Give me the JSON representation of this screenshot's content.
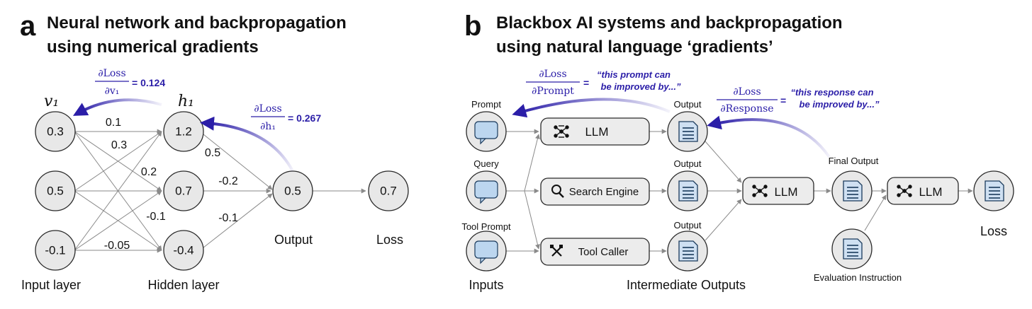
{
  "panel_a": {
    "letter": "a",
    "title_line1": "Neural network and backpropagation",
    "title_line2": "using numerical gradients",
    "input_values": [
      "0.3",
      "0.5",
      "-0.1"
    ],
    "hidden_values": [
      "1.2",
      "0.7",
      "-0.4"
    ],
    "output_value": "0.5",
    "loss_value": "0.7",
    "weights_in": [
      "0.1",
      "0.3",
      "0.2",
      "-0.1",
      "-0.05"
    ],
    "weights_out": [
      "0.5",
      "-0.2",
      "-0.1"
    ],
    "v1_label": "v₁",
    "h1_label": "h₁",
    "grad1": {
      "numerator": "∂Loss",
      "denominator": "∂v₁",
      "value": "= 0.124"
    },
    "grad2": {
      "numerator": "∂Loss",
      "denominator": "∂h₁",
      "value": "= 0.267"
    },
    "labels": {
      "input_layer": "Input layer",
      "hidden_layer": "Hidden layer",
      "output": "Output",
      "loss": "Loss"
    }
  },
  "panel_b": {
    "letter": "b",
    "title_line1": "Blackbox AI systems and backpropagation",
    "title_line2": "using natural language ‘gradients’",
    "input_labels": [
      "Prompt",
      "Query",
      "Tool Prompt"
    ],
    "modules": [
      "LLM",
      "Search Engine",
      "Tool Caller"
    ],
    "output_labels": [
      "Output",
      "Output",
      "Output"
    ],
    "mid_module": "LLM",
    "final_output_label": "Final Output",
    "eval_module": "LLM",
    "eval_instruction_label": "Evaluation Instruction",
    "loss_label": "Loss",
    "inputs_label": "Inputs",
    "intermediate_label": "Intermediate Outputs",
    "grad1": {
      "numerator": "∂Loss",
      "denominator": "∂Prompt",
      "eq": "=",
      "quote_line1": "“this prompt can",
      "quote_line2": "be improved by...”"
    },
    "grad2": {
      "numerator": "∂Loss",
      "denominator": "∂Response",
      "eq": "=",
      "quote_line1": "“this response can",
      "quote_line2": "be improved by...”"
    }
  },
  "colors": {
    "accent": "#2b1ea8",
    "node_fill": "#e8e8e8",
    "doc_fill": "#cfe0f2",
    "bubble_fill": "#bcd6ef"
  }
}
